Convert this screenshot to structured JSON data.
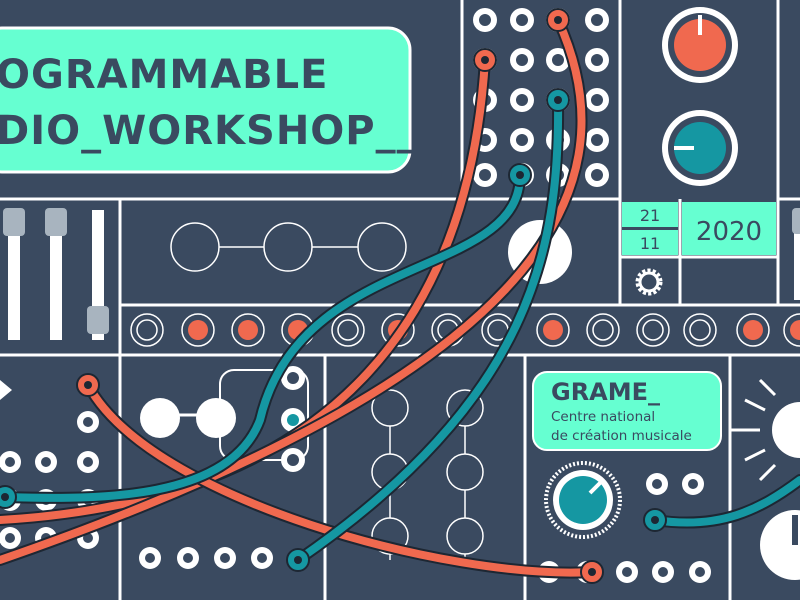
{
  "title": {
    "line1": "OGRAMMABLE",
    "line2": "DIO_WORKSHOP__"
  },
  "date": {
    "day": "21",
    "month": "11",
    "year": "2020"
  },
  "org": {
    "name": "GRAME_",
    "line1": "Centre national",
    "line2": "de création musicale"
  },
  "colors": {
    "bg": "#3a4a60",
    "mint": "#66ffd1",
    "coral": "#f0694f",
    "teal": "#1597a2",
    "line": "#ffffff"
  }
}
